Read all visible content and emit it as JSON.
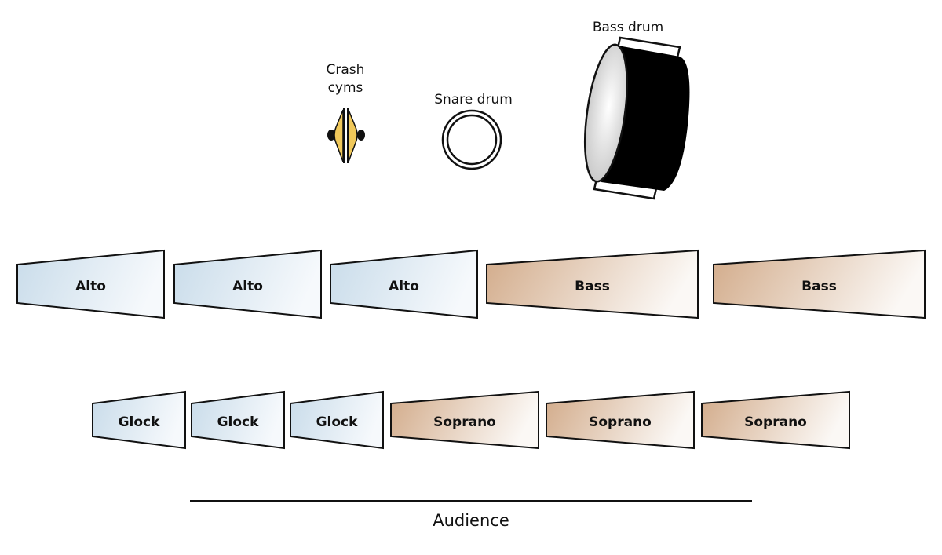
{
  "title": "Marching band percussion layout",
  "colors": {
    "blue_start": "#c9dcea",
    "blue_end": "#f6f9fc",
    "brown_start": "#d2ab8a",
    "brown_end": "#fbf8f5",
    "outline": "#111111",
    "cymbal": "#f0c85a"
  },
  "percussion": {
    "crash": {
      "label_line1": "Crash",
      "label_line2": "cyms"
    },
    "snare": {
      "label": "Snare drum"
    },
    "bass": {
      "label": "Bass drum"
    }
  },
  "back_row": [
    {
      "label": "Alto",
      "section": "blue"
    },
    {
      "label": "Alto",
      "section": "blue"
    },
    {
      "label": "Alto",
      "section": "blue"
    },
    {
      "label": "Bass",
      "section": "brown"
    },
    {
      "label": "Bass",
      "section": "brown"
    }
  ],
  "front_row": [
    {
      "label": "Glock",
      "section": "blue"
    },
    {
      "label": "Glock",
      "section": "blue"
    },
    {
      "label": "Glock",
      "section": "blue"
    },
    {
      "label": "Soprano",
      "section": "brown"
    },
    {
      "label": "Soprano",
      "section": "brown"
    },
    {
      "label": "Soprano",
      "section": "brown"
    }
  ],
  "audience": {
    "label": "Audience"
  }
}
